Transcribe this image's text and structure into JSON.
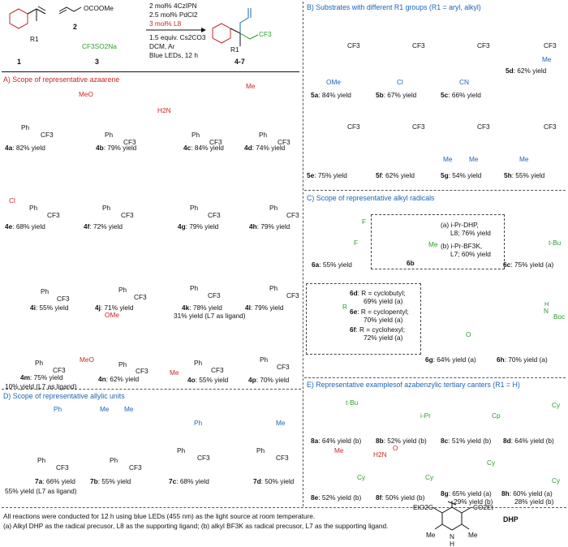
{
  "reaction": {
    "r1_label": "R1",
    "c1": "1",
    "c2": "2",
    "c3": "3",
    "c2_group": "OCOOMe",
    "c3_formula": "CF3SO2Na",
    "product_label": "4-7",
    "cond1": "2 mol% 4CzIPN",
    "cond2": "2.5 mol% PdCl2",
    "cond3": "3 mol% L8",
    "cond4": "1.5 equiv. Cs2CO3",
    "cond5": "DCM, Ar",
    "cond6": "Blue LEDs, 12 h",
    "cf3": "CF3"
  },
  "sections": {
    "A": {
      "title": "A) Scope of representative azaarene",
      "items": [
        {
          "id": "4a",
          "yield": ": 82% yield"
        },
        {
          "id": "4b",
          "yield": ": 79% yield"
        },
        {
          "id": "4c",
          "yield": ": 84% yield"
        },
        {
          "id": "4d",
          "yield": ": 74% yield"
        },
        {
          "id": "4e",
          "yield": ": 68% yield"
        },
        {
          "id": "4f",
          "yield": ": 72% yield"
        },
        {
          "id": "4g",
          "yield": ": 79% yield"
        },
        {
          "id": "4h",
          "yield": ": 79% yield"
        },
        {
          "id": "4i",
          "yield": ": 55% yield"
        },
        {
          "id": "4j",
          "yield": ": 71% yield"
        },
        {
          "id": "4k",
          "yield": ": 78% yield"
        },
        {
          "id": "4l",
          "yield": ": 79% yield"
        },
        {
          "id": "4m",
          "yield": ": 75% yield"
        },
        {
          "id": "4n",
          "yield": ": 62% yield"
        },
        {
          "id": "4o",
          "yield": ": 55% yield"
        },
        {
          "id": "4p",
          "yield": ": 70% yield"
        }
      ],
      "note_4k": "31% yield (L7 as ligand)",
      "note_4m": "10% yield (L7 as ligand)",
      "sub_4b": "MeO",
      "sub_4c": "H2N",
      "sub_4d": "Me",
      "sub_4e": "Cl",
      "sub_4n_1": "OMe",
      "sub_4n_2": "MeO",
      "sub_4o": "Me",
      "ph": "Ph",
      "cf3": "CF3"
    },
    "B": {
      "title": "B) Substrates  with different R1 groups (R1 = aryl, alkyl)",
      "items": [
        {
          "id": "5a",
          "yield": ": 84% yield",
          "sub": "OMe"
        },
        {
          "id": "5b",
          "yield": ": 67% yield",
          "sub": "Cl"
        },
        {
          "id": "5c",
          "yield": ": 66% yield",
          "sub": "CN"
        },
        {
          "id": "5d",
          "yield": ": 62% yield",
          "sub": "Me"
        },
        {
          "id": "5e",
          "yield": ": 75% yield",
          "sub": ""
        },
        {
          "id": "5f",
          "yield": ": 62% yield",
          "sub": ""
        },
        {
          "id": "5g",
          "yield": ": 54% yield",
          "sub": "Me"
        },
        {
          "id": "5h",
          "yield": ": 55% yield",
          "sub": "Me"
        }
      ]
    },
    "C": {
      "title": "C) Scope of representative alkyl radicals",
      "f": "F",
      "me": "Me",
      "tbu": "t-Bu",
      "boc": "Boc",
      "nh": "H",
      "n": "N",
      "r": "R",
      "o": "O",
      "6a": {
        "id": "6a",
        "yield": ": 55% yield"
      },
      "6b": {
        "id": "6b"
      },
      "6b_a": "(a) i-Pr-DHP,",
      "6b_a2": "L8; 76% yield",
      "6b_b": "(b) i-Pr-BF3K,",
      "6b_b2": "L7; 60% yield",
      "6c": {
        "id": "6c",
        "yield": ": 75% yield (a)"
      },
      "6d": {
        "id": "6d",
        "text": ": R = cyclobutyl;",
        "y": "69% yield (a)"
      },
      "6e": {
        "id": "6e",
        "text": ": R = cyclopentyl;",
        "y": "70% yield (a)"
      },
      "6f": {
        "id": "6f",
        "text": ": R = cyclohexyl;",
        "y": "72% yield (a)"
      },
      "6g": {
        "id": "6g",
        "yield": ": 64% yield (a)"
      },
      "6h": {
        "id": "6h",
        "yield": ": 70% yield (a)"
      }
    },
    "D": {
      "title": "D) Scope of representative allylic units",
      "items": [
        {
          "id": "7a",
          "yield": ": 66% yield"
        },
        {
          "id": "7b",
          "yield": ": 55% yield"
        },
        {
          "id": "7c",
          "yield": ": 68% yield"
        },
        {
          "id": "7d",
          "yield": ": 50% yield"
        }
      ],
      "note_7a": "55% yield (L7 as ligand)",
      "ph": "Ph",
      "me": "Me"
    },
    "E": {
      "title": "E) Representative examplesof azabenzylic tertiary canters (R1 = H)",
      "items": [
        {
          "id": "8a",
          "yield": ": 64% yield (b)",
          "sub": "t-Bu"
        },
        {
          "id": "8b",
          "yield": ": 52% yield (b)",
          "sub": "i-Pr"
        },
        {
          "id": "8c",
          "yield": ": 51% yield (b)",
          "sub": "Cp"
        },
        {
          "id": "8d",
          "yield": ": 64% yield (b)",
          "sub": "Cy"
        },
        {
          "id": "8e",
          "yield": ": 52% yield (b)",
          "sub": "Cy"
        },
        {
          "id": "8f",
          "yield": ": 50% yield (b)",
          "sub": "Cy"
        },
        {
          "id": "8g",
          "yield": ": 65% yield (a)",
          "sub": "Cy"
        },
        {
          "id": "8h",
          "yield": ": 60% yield (a)",
          "sub": "Cy"
        }
      ],
      "note_8g": "29% yield (b)",
      "note_8h": "28% yield (b)",
      "me": "Me",
      "h2n": "H2N",
      "o": "O"
    }
  },
  "footer": {
    "line1": "All reactions were conducted for 12 h using blue LEDs (455 nm) as the light source at room temperature.",
    "line2": "(a) Alkyl DHP as the radical precusor, L8 as the supporting ligand; (b) alkyl BF3K as radical precusor, L7 as the supporting ligand.",
    "dhp": "DHP",
    "dhp_left": "EtO2C",
    "dhp_right": "CO2Et",
    "dhp_me1": "Me",
    "dhp_me2": "Me",
    "dhp_n": "N",
    "dhp_h": "H"
  },
  "colors": {
    "red": "#c62828",
    "blue": "#1d64b8",
    "green": "#2e9a2e",
    "black": "#111111"
  }
}
